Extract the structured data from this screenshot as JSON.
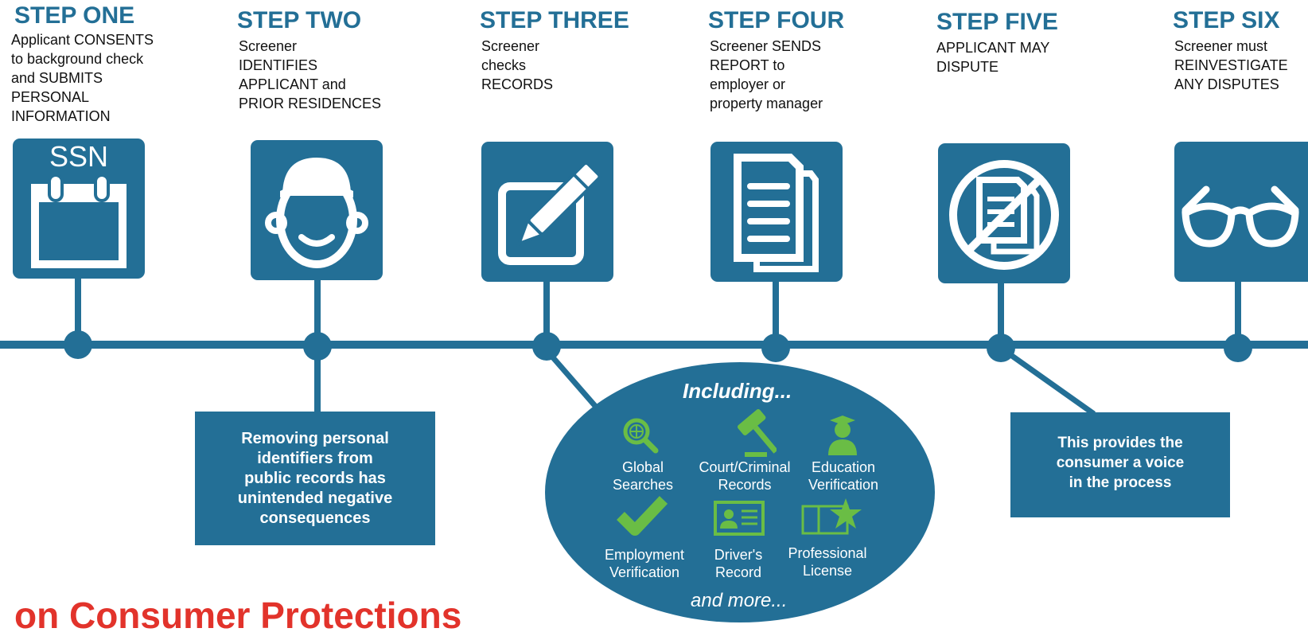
{
  "steps": [
    {
      "title": "STEP ONE",
      "lines": [
        "Applicant  CONSENTS",
        "to background check",
        "and SUBMITS",
        "PERSONAL",
        "INFORMATION"
      ],
      "icon": "calendar-ssn-icon",
      "icon_text": "SSN"
    },
    {
      "title": "STEP TWO",
      "lines": [
        "Screener",
        "IDENTIFIES",
        "APPLICANT and",
        "PRIOR RESIDENCES"
      ],
      "icon": "person-face-icon"
    },
    {
      "title": "STEP THREE",
      "lines": [
        "Screener",
        "checks",
        "RECORDS"
      ],
      "icon": "pencil-edit-icon"
    },
    {
      "title": "STEP FOUR",
      "lines": [
        "Screener SENDS",
        "REPORT to",
        "employer  or",
        "property manager"
      ],
      "icon": "document-report-icon"
    },
    {
      "title": "STEP FIVE",
      "lines": [
        "APPLICANT MAY",
        "DISPUTE"
      ],
      "icon": "no-document-icon"
    },
    {
      "title": "STEP SIX",
      "lines": [
        "Screener must",
        "REINVESTIGATE",
        "ANY DISPUTES"
      ],
      "icon": "glasses-icon"
    }
  ],
  "callout_left": [
    "Removing personal",
    "identifiers  from",
    "public records has",
    "unintended negative",
    "consequences"
  ],
  "callout_right": [
    "This provides the",
    "consumer  a voice",
    "in  the  process"
  ],
  "including": {
    "title": "Including...",
    "more": "and more...",
    "items": [
      {
        "lines": [
          "Global",
          "Searches"
        ],
        "icon": "globe-search-icon"
      },
      {
        "lines": [
          "Court/Criminal",
          "Records"
        ],
        "icon": "gavel-icon"
      },
      {
        "lines": [
          "Education",
          "Verification"
        ],
        "icon": "graduate-icon"
      },
      {
        "lines": [
          "Employment",
          "Verification"
        ],
        "icon": "checkmark-icon"
      },
      {
        "lines": [
          "Driver's",
          "Record"
        ],
        "icon": "id-card-icon"
      },
      {
        "lines": [
          "Professional",
          "License"
        ],
        "icon": "license-star-icon"
      }
    ]
  },
  "bottom_title": "on Consumer  Protections",
  "colors": {
    "primary": "#236f96",
    "accent_green": "#6abd45",
    "title_red": "#e2332b"
  }
}
